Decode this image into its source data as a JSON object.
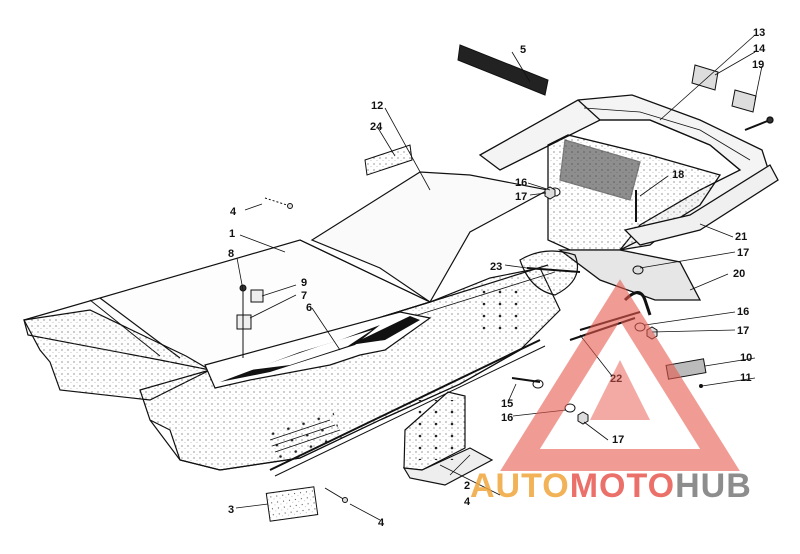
{
  "callouts": [
    {
      "id": "c1",
      "label": "1"
    },
    {
      "id": "c2",
      "label": "2"
    },
    {
      "id": "c3",
      "label": "3"
    },
    {
      "id": "c4a",
      "label": "4"
    },
    {
      "id": "c4b",
      "label": "4"
    },
    {
      "id": "c4c",
      "label": "4"
    },
    {
      "id": "c5",
      "label": "5"
    },
    {
      "id": "c6",
      "label": "6"
    },
    {
      "id": "c7",
      "label": "7"
    },
    {
      "id": "c8",
      "label": "8"
    },
    {
      "id": "c9",
      "label": "9"
    },
    {
      "id": "c10",
      "label": "10"
    },
    {
      "id": "c11",
      "label": "11"
    },
    {
      "id": "c12",
      "label": "12"
    },
    {
      "id": "c13",
      "label": "13"
    },
    {
      "id": "c14",
      "label": "14"
    },
    {
      "id": "c15",
      "label": "15"
    },
    {
      "id": "c16a",
      "label": "16"
    },
    {
      "id": "c16b",
      "label": "16"
    },
    {
      "id": "c16c",
      "label": "16"
    },
    {
      "id": "c17a",
      "label": "17"
    },
    {
      "id": "c17b",
      "label": "17"
    },
    {
      "id": "c17c",
      "label": "17"
    },
    {
      "id": "c17d",
      "label": "17"
    },
    {
      "id": "c18",
      "label": "18"
    },
    {
      "id": "c19",
      "label": "19"
    },
    {
      "id": "c20",
      "label": "20"
    },
    {
      "id": "c21",
      "label": "21"
    },
    {
      "id": "c22",
      "label": "22"
    },
    {
      "id": "c23",
      "label": "23"
    },
    {
      "id": "c24",
      "label": "24"
    }
  ],
  "watermark": {
    "part1": "AUTO",
    "part2": "MOTO",
    "part3": "HUB",
    "color_primary": "#f0a53a",
    "color_accent": "#e8584f",
    "color_dark": "#7a7a7a"
  }
}
